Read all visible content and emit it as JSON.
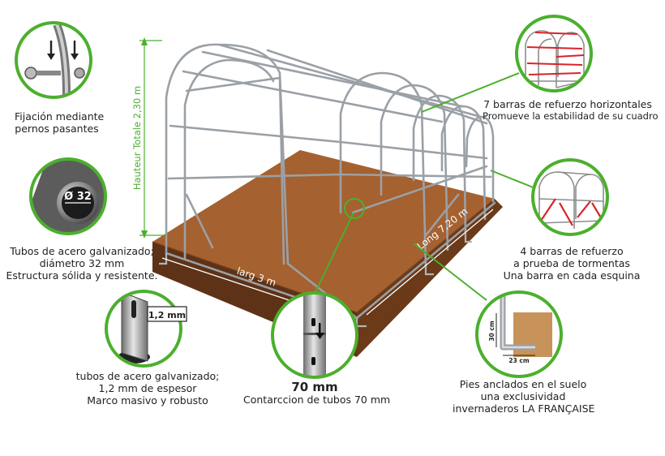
{
  "dimensions": {
    "height_label": "Hauteur Totale 2,30 m",
    "width_label": "larg 3 m",
    "length_label": "Long 7,20 m"
  },
  "callouts": {
    "fixing": {
      "lines": [
        "Fijación mediante",
        "pernos pasantes"
      ]
    },
    "tube": {
      "diameter_label": "Ø 32",
      "lines": [
        "Tubos de acero galvanizado;",
        "diámetro 32 mm",
        "Estructura sólida y resistente."
      ]
    },
    "thickness": {
      "badge": "1,2 mm",
      "lines": [
        "tubos de acero galvanizado;",
        "1,2 mm de espesor",
        "Marco masivo y robusto"
      ]
    },
    "contraction": {
      "title": "70 mm",
      "lines": [
        "Contarccion de tubos 70 mm"
      ]
    },
    "horizontal_bars": {
      "lines": [
        "7 barras de refuerzo horizontales",
        "Promueve la estabilidad de su cuadro"
      ]
    },
    "storm_bars": {
      "lines": [
        "4 barras de refuerzo",
        "a prueba de tormentas",
        "Una barra en cada esquina"
      ]
    },
    "anchors": {
      "dim_vertical": "30 cm",
      "dim_horizontal": "23 cm",
      "lines": [
        "Pies anclados en el suelo",
        "una exclusividad",
        "invernaderos LA FRANÇAISE"
      ]
    }
  },
  "colors": {
    "green": "#4caf2e",
    "frame": "#9aa0a6",
    "soil_top": "#a5612f",
    "soil_side": "#5e3216",
    "accent_red": "#d8232a"
  }
}
